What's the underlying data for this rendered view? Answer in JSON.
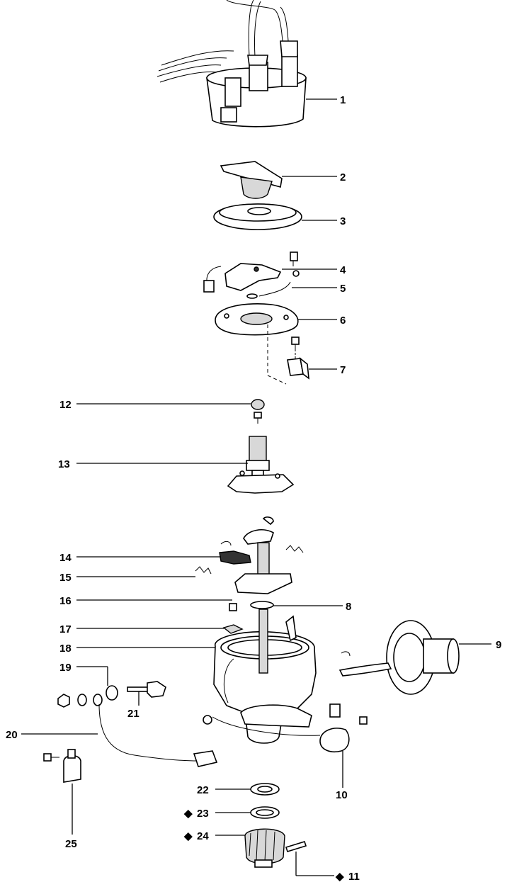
{
  "labels": {
    "p1": "1",
    "p2": "2",
    "p3": "3",
    "p4": "4",
    "p5": "5",
    "p6": "6",
    "p7": "7",
    "p8": "8",
    "p9": "9",
    "p10": "10",
    "p11": "11",
    "p12": "12",
    "p13": "13",
    "p14": "14",
    "p15": "15",
    "p16": "16",
    "p17": "17",
    "p18": "18",
    "p19": "19",
    "p20": "20",
    "p21": "21",
    "p22": "22",
    "p23": "23",
    "p24": "24",
    "p25": "25"
  },
  "marker_symbol": "◆",
  "colors": {
    "line": "#000000",
    "background": "#ffffff"
  }
}
